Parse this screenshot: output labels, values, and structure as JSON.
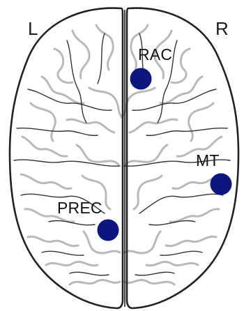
{
  "hemispheres": {
    "left_label": "L",
    "right_label": "R"
  },
  "regions": [
    {
      "id": "rac",
      "label": "RAC",
      "hemisphere": "right",
      "icon": "marker-dot-icon"
    },
    {
      "id": "mt",
      "label": "MT",
      "hemisphere": "right",
      "icon": "marker-dot-icon"
    },
    {
      "id": "prec",
      "label": "PREC",
      "hemisphere": "left",
      "icon": "marker-dot-icon"
    }
  ],
  "colors": {
    "marker": "#0b1680",
    "outline": "#222222",
    "sulci": "#b9b9b9",
    "contours": "#333333",
    "background": "#ffffff"
  }
}
